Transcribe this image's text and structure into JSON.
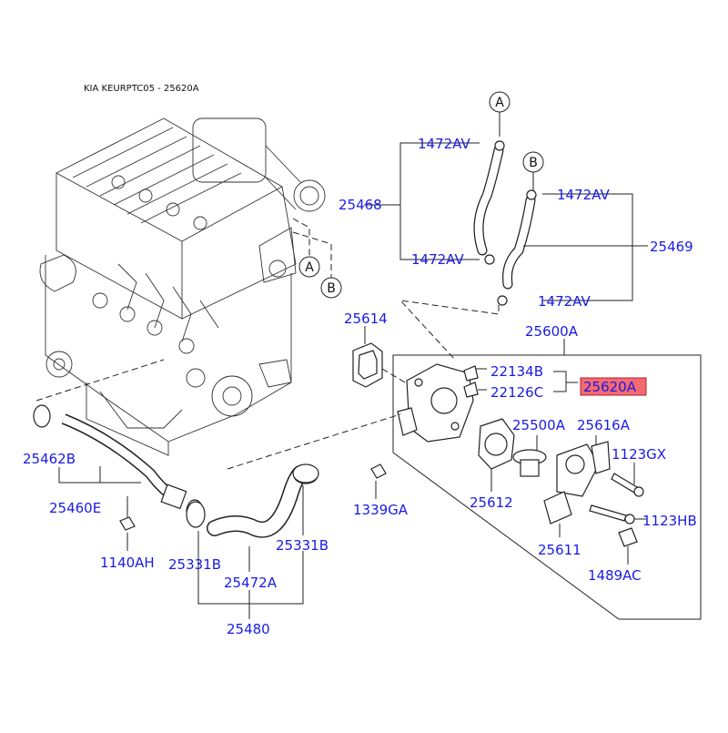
{
  "header": {
    "title": "KIA KEURPTC05 - 25620A"
  },
  "refs": {
    "a": "A",
    "b": "B"
  },
  "parts": {
    "p1472av_a": "1472AV",
    "p1472av_b": "1472AV",
    "p1472av_c": "1472AV",
    "p1472av_d": "1472AV",
    "p25468": "25468",
    "p25469": "25469",
    "p25614": "25614",
    "p25600a": "25600A",
    "p22134b": "22134B",
    "p22126c": "22126C",
    "p25620a": "25620A",
    "p25500a": "25500A",
    "p25616a": "25616A",
    "p1123gx": "1123GX",
    "p25612": "25612",
    "p25611": "25611",
    "p1123hb": "1123HB",
    "p1489ac": "1489AC",
    "p25462b": "25462B",
    "p25460e": "25460E",
    "p1140ah": "1140AH",
    "p25331b_a": "25331B",
    "p25331b_b": "25331B",
    "p25472a": "25472A",
    "p25480": "25480",
    "p1339ga": "1339GA"
  },
  "highlight_color": "#f26a72",
  "label_color": "#1a1ae6"
}
